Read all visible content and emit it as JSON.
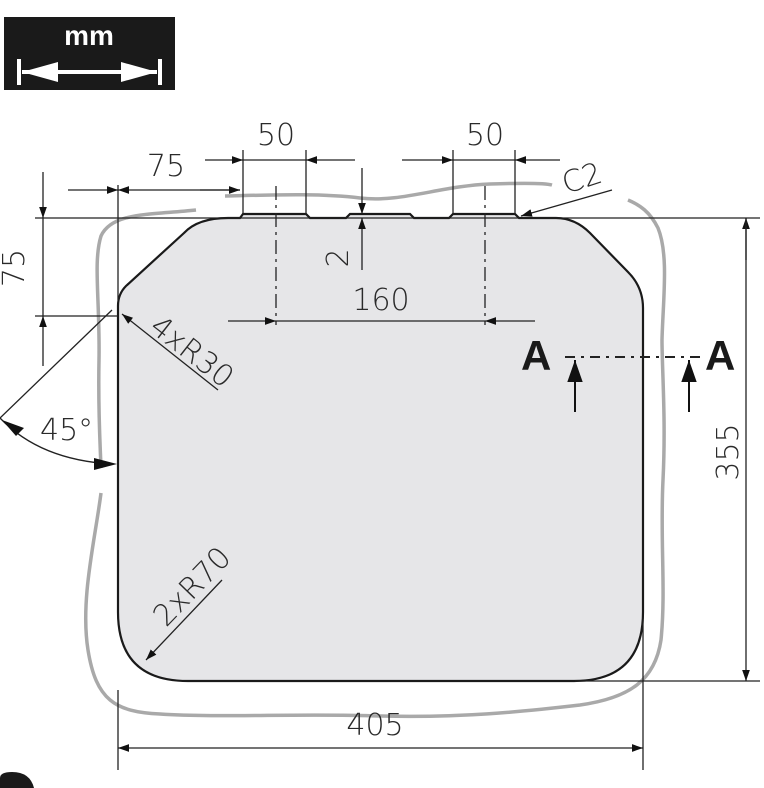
{
  "unit_badge": {
    "label": "mm"
  },
  "dimensions": {
    "left_offset": "75",
    "slot_width_left": "50",
    "slot_width_right": "50",
    "top_offset": "75",
    "slot_depth": "2",
    "slot_spacing": "160",
    "chamfer": "C2",
    "small_radii": "4xR30",
    "large_radii": "2xR70",
    "angle": "45°",
    "height": "355",
    "width": "405"
  },
  "section": {
    "left_label": "A",
    "right_label": "A"
  },
  "colors": {
    "shape_fill": "#e6e6e8",
    "outline": "#1a1a1a",
    "cutout": "#a9a9a9",
    "badge": "#1a1a1a"
  }
}
